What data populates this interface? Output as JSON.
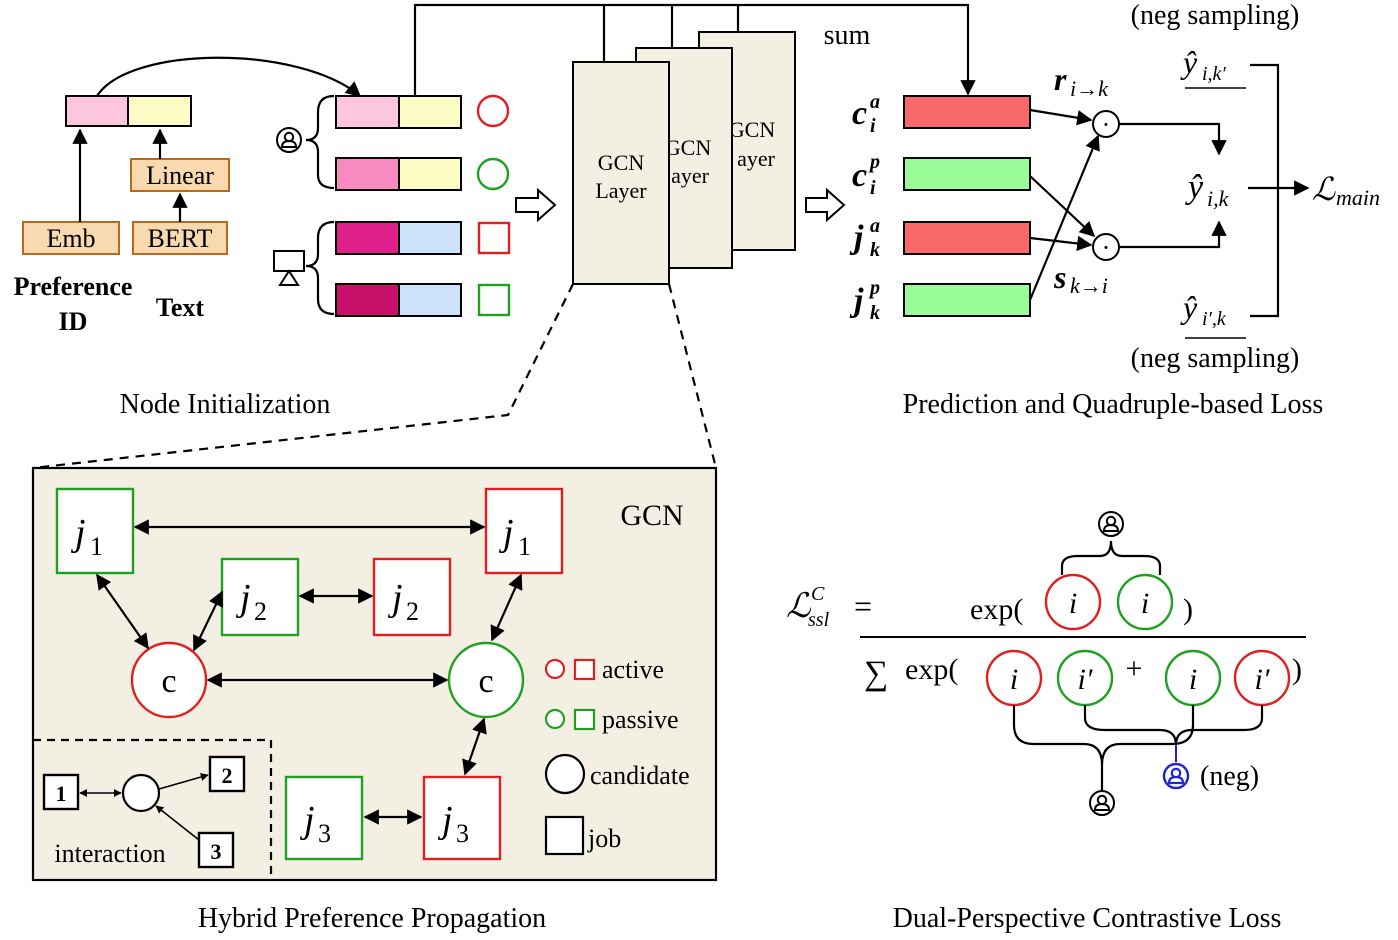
{
  "colors": {
    "red": "#e02020",
    "green": "#21a020",
    "blue": "#2222cc",
    "orange_fill": "#f9d9b0",
    "orange_border": "#b86a1a",
    "gcn_fill": "#f3efe3",
    "panel_fill": "#f3efe3",
    "emb_pink_light": "#fcc7de",
    "emb_pink_mid": "#f78ac0",
    "emb_pink_dark": "#e0208a",
    "emb_pink_darker": "#c8106a",
    "emb_yellow": "#fdfbc4",
    "emb_blue": "#cce2f8",
    "bar_red": "#f9686a",
    "bar_green": "#99fc99"
  },
  "node_init": {
    "emb_label": "Emb",
    "linear_label": "Linear",
    "bert_label": "BERT",
    "preference_line1": "Preference",
    "preference_line2": "ID",
    "text_label": "Text",
    "section_title": "Node Initialization"
  },
  "gcn_stack": {
    "layer_label_line1": "GCN",
    "layer_label_line2": "Layer",
    "back_label_line1": "GCN",
    "back_label_line2": "ayer",
    "sum_label": "sum"
  },
  "prediction": {
    "section_title": "Prediction and Quadruple-based Loss",
    "neg_sampling_top": "(neg sampling)",
    "neg_sampling_bottom": "(neg sampling)",
    "dot_symbol": "·",
    "rows": [
      {
        "sym": "c",
        "sup": "a",
        "sub": "i",
        "color": "red"
      },
      {
        "sym": "c",
        "sup": "p",
        "sub": "i",
        "color": "green"
      },
      {
        "sym": "j",
        "sup": "a",
        "sub": "k",
        "color": "red"
      },
      {
        "sym": "j",
        "sup": "p",
        "sub": "k",
        "color": "green"
      }
    ],
    "r_label": "r",
    "r_sub": "i→k",
    "s_label": "s",
    "s_sub": "k→i",
    "yhat_main": "ŷ",
    "yhat_main_sub": "i,k",
    "yhat_top_sub": "i,k′",
    "yhat_bottom_sub": "i′,k",
    "loss_main": "ℒ",
    "loss_main_sub": "main"
  },
  "gcn_panel": {
    "title": "GCN",
    "section_title": "Hybrid Preference Propagation",
    "c_label": "c",
    "j": "j",
    "subs": [
      "1",
      "1",
      "2",
      "2",
      "3",
      "3"
    ],
    "legend": {
      "active": "active",
      "passive": "passive",
      "candidate": "candidate",
      "job": "job"
    },
    "interaction": {
      "label": "interaction",
      "n1": "1",
      "n2": "2",
      "n3": "3"
    }
  },
  "contrastive": {
    "section_title": "Dual-Perspective Contrastive Loss",
    "loss_sym": "ℒ",
    "loss_sup": "C",
    "loss_sub": "ssl",
    "eq": "=",
    "exp_open": "exp(",
    "close": ")",
    "sum_sym": "∑",
    "plus": "+",
    "i": "i",
    "i_prime": "i′",
    "neg_label": "(neg)"
  }
}
